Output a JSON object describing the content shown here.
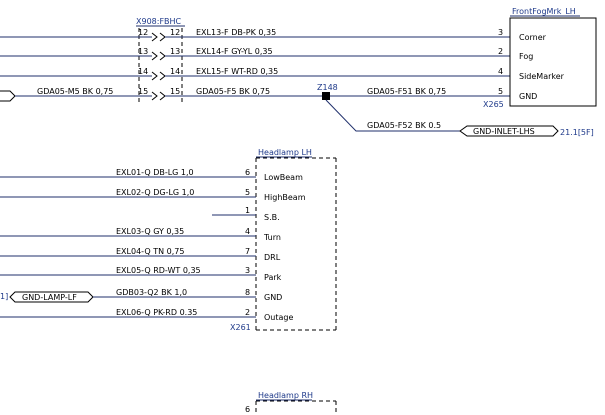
{
  "connector_x908": {
    "id": "X908:FBHC",
    "pins": [
      "12",
      "13",
      "14",
      "15"
    ]
  },
  "front_fog": {
    "title": "FrontFogMrk_LH",
    "id": "X265",
    "rows": [
      {
        "pin": "3",
        "label": "Corner"
      },
      {
        "pin": "2",
        "label": "Fog"
      },
      {
        "pin": "4",
        "label": "SideMarker"
      },
      {
        "pin": "5",
        "label": "GND"
      }
    ]
  },
  "wires_top": [
    {
      "label": "EXL13-F DB-PK 0,35"
    },
    {
      "label": "EXL14-F GY-YL 0,35"
    },
    {
      "label": "EXL15-F WT-RD 0,35"
    },
    {
      "label": "GDA05-F5 BK 0,75"
    }
  ],
  "gda05_m5": "GDA05-M5 BK 0,75",
  "splice": {
    "id": "Z148",
    "out1": "GDA05-F51 BK 0,75",
    "out2": "GDA05-F52 BK 0.5"
  },
  "gnd_inlet": {
    "label": "GND-INLET-LHS",
    "ref": "21.1[5F]"
  },
  "headlamp_lh": {
    "title": "Headlamp LH",
    "id": "X261",
    "rows": [
      {
        "pin": "6",
        "label": "LowBeam",
        "wire": "EXL01-Q DB-LG 1,0"
      },
      {
        "pin": "5",
        "label": "HighBeam",
        "wire": "EXL02-Q DG-LG 1,0"
      },
      {
        "pin": "1",
        "label": "S.B.",
        "wire": ""
      },
      {
        "pin": "4",
        "label": "Turn",
        "wire": "EXL03-Q GY 0,35"
      },
      {
        "pin": "7",
        "label": "DRL",
        "wire": "EXL04-Q TN 0,75"
      },
      {
        "pin": "3",
        "label": "Park",
        "wire": "EXL05-Q RD-WT 0,35"
      },
      {
        "pin": "8",
        "label": "GND",
        "wire": "GDB03-Q2 BK 1,0"
      },
      {
        "pin": "2",
        "label": "Outage",
        "wire": "EXL06-Q PK-RD 0.35"
      }
    ]
  },
  "gnd_lamp": {
    "label": "GND-LAMP-LF",
    "ref": "1]"
  },
  "headlamp_rh": {
    "title": "Headlamp RH",
    "first_pin": "6"
  }
}
